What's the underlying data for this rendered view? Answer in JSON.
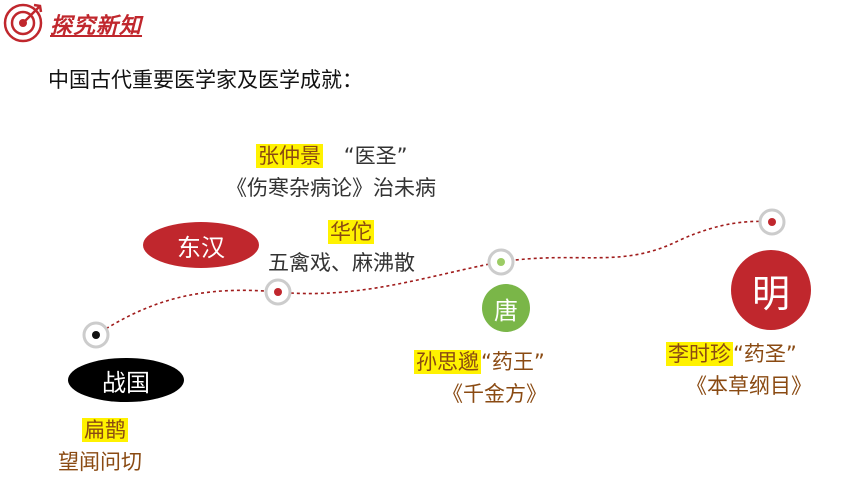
{
  "header": {
    "title": "探究新知",
    "icon": "target-icon"
  },
  "subtitle": "中国古代重要医学家及医学成就：",
  "colors": {
    "accent": "#c0272d",
    "highlight": "#fff200",
    "green": "#7ab648",
    "timeline_line": "#a01c1c"
  },
  "periods": {
    "zhanguo": "战国",
    "donghan": "东汉",
    "tang": "唐",
    "ming": "明"
  },
  "doctors": {
    "bianque": {
      "name": "扁鹊",
      "achievement": "望闻问切"
    },
    "zhangzhongjing": {
      "name": "张仲景",
      "title": "“医圣”",
      "achievement": "《伤寒杂病论》治未病"
    },
    "huatuo": {
      "name": "华佗",
      "achievement": "五禽戏、麻沸散"
    },
    "sunsimiao": {
      "name": "孙思邈",
      "title": "“药王”",
      "achievement": "《千金方》"
    },
    "lishizhen": {
      "name": "李时珍",
      "title": "“药圣”",
      "achievement": "《本草纲目》"
    }
  }
}
